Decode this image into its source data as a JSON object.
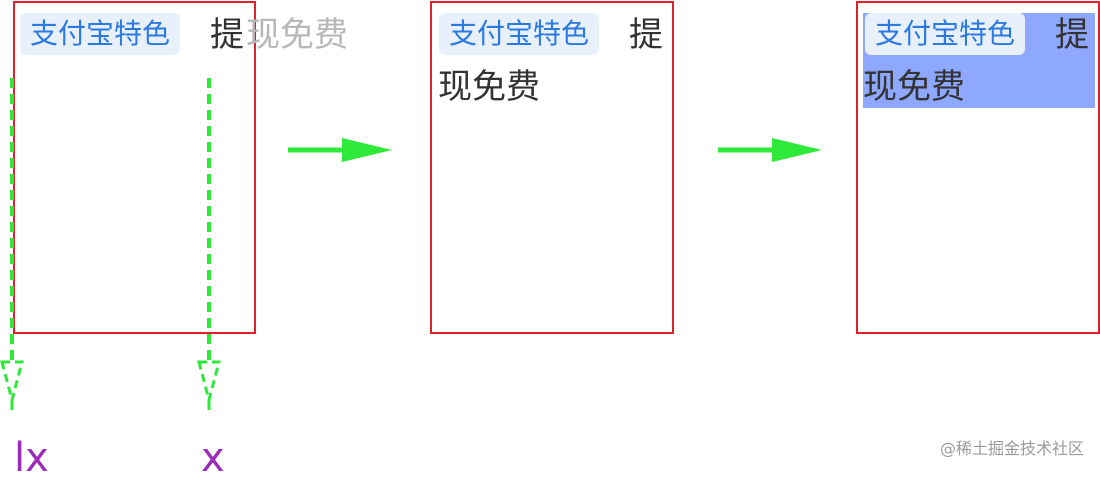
{
  "tag_label": "支付宝特色",
  "panel1": {
    "char1": "提",
    "rest": "现免费"
  },
  "panel2": {
    "line1": "提",
    "line2": "现免费"
  },
  "panel3": {
    "line1": "提",
    "line2": "现免费"
  },
  "labels": {
    "lx": "lx",
    "x": "x"
  },
  "watermark": "@稀土掘金技术社区",
  "colors": {
    "panel_border": "#e0202a",
    "tag_bg": "#e8f0fc",
    "tag_text": "#2a7ae2",
    "faded_text": "#b8b8b8",
    "highlight": "#8ea8ff",
    "guide_green": "#2ee83a",
    "label_purple": "#9b2bb8"
  }
}
